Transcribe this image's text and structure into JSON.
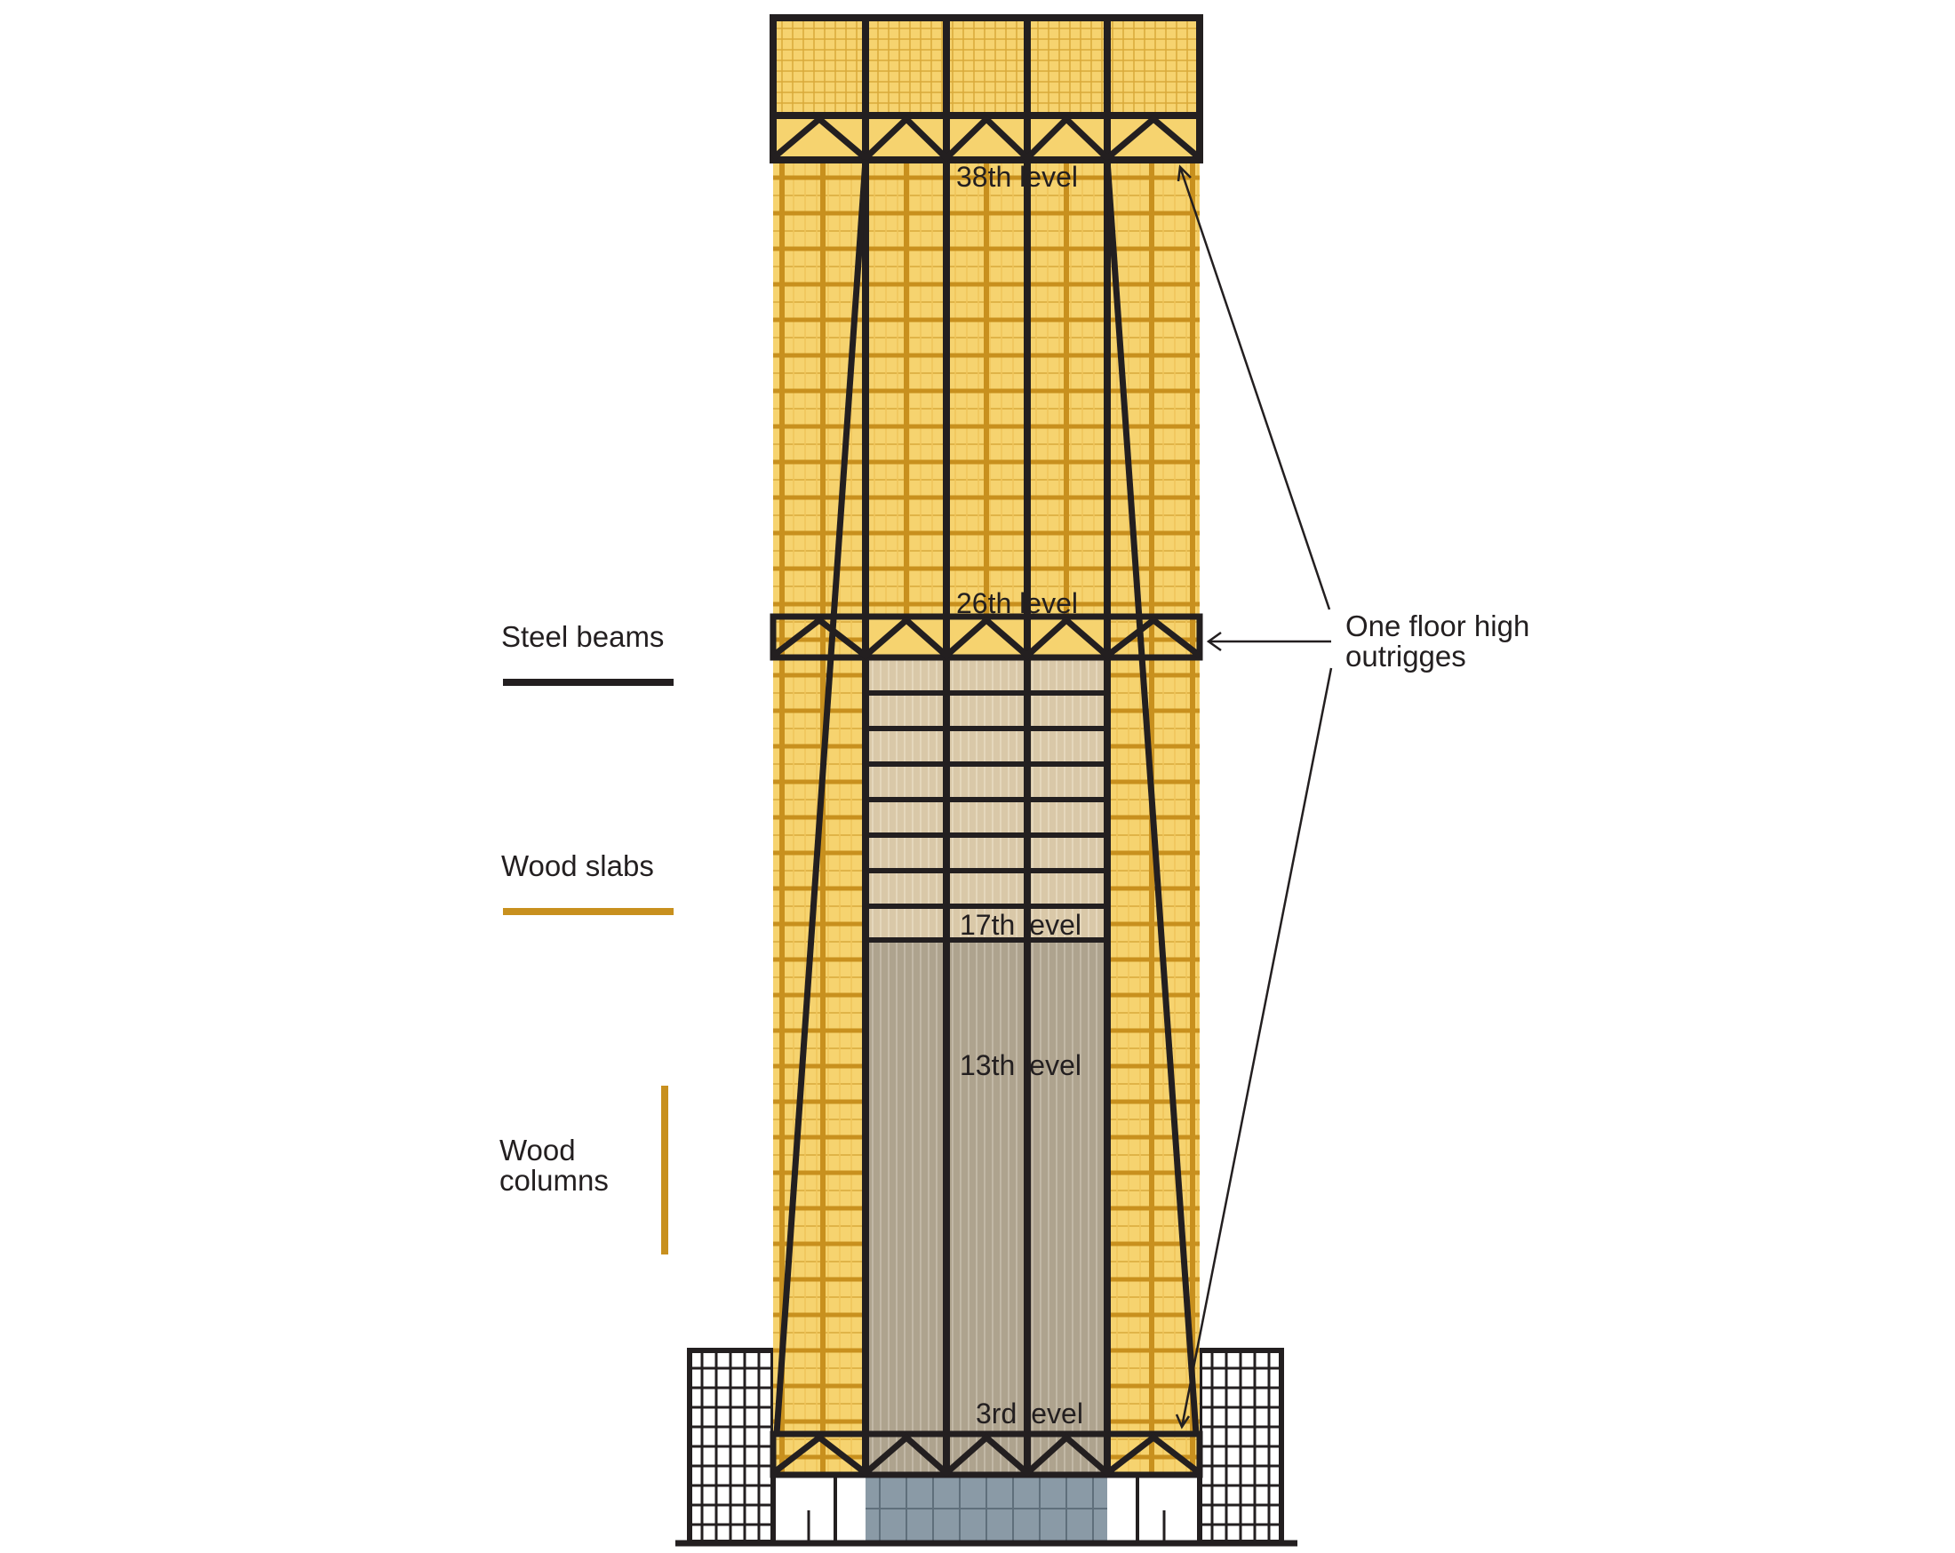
{
  "legend": {
    "steel_beams": "Steel beams",
    "wood_slabs": "Wood slabs",
    "wood_columns_line1": "Wood",
    "wood_columns_line2": "columns"
  },
  "callout": {
    "line1": "One floor high",
    "line2": "outrigges"
  },
  "levels": {
    "l38": "38th  level",
    "l26": "26th  level",
    "l17": "17th  level",
    "l13": "13th  level",
    "l3": "3rd  level"
  },
  "colors": {
    "steel": "#231f20",
    "wood": "#c8901e",
    "timber_fill": "#f6d36f",
    "slab_zone": "#d9c8a8",
    "column_zone": "#aea38e",
    "lobby_glass": "#8a9aa6",
    "background": "#ffffff"
  }
}
